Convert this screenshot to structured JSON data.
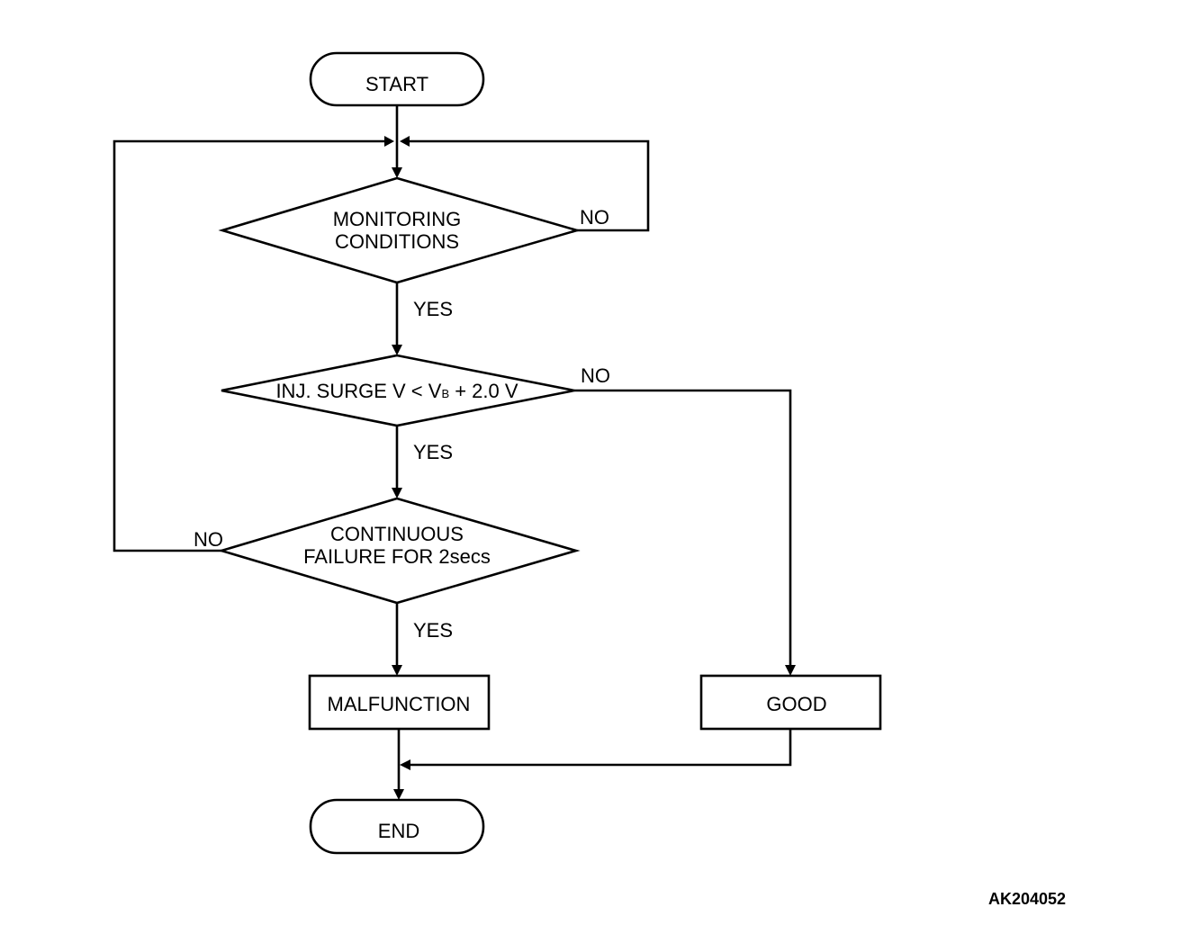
{
  "diagram": {
    "start": "START",
    "end": "END",
    "decision_monitoring": [
      "MONITORING",
      "CONDITIONS"
    ],
    "decision_surge": {
      "prefix": "INJ. SURGE V < V",
      "subscript": "B",
      "suffix": " + 2.0 V"
    },
    "decision_continuous": [
      "CONTINUOUS",
      "FAILURE FOR 2secs"
    ],
    "malfunction": "MALFUNCTION",
    "good": "GOOD",
    "yes": "YES",
    "no": "NO"
  },
  "figure_ref": "AK204052"
}
